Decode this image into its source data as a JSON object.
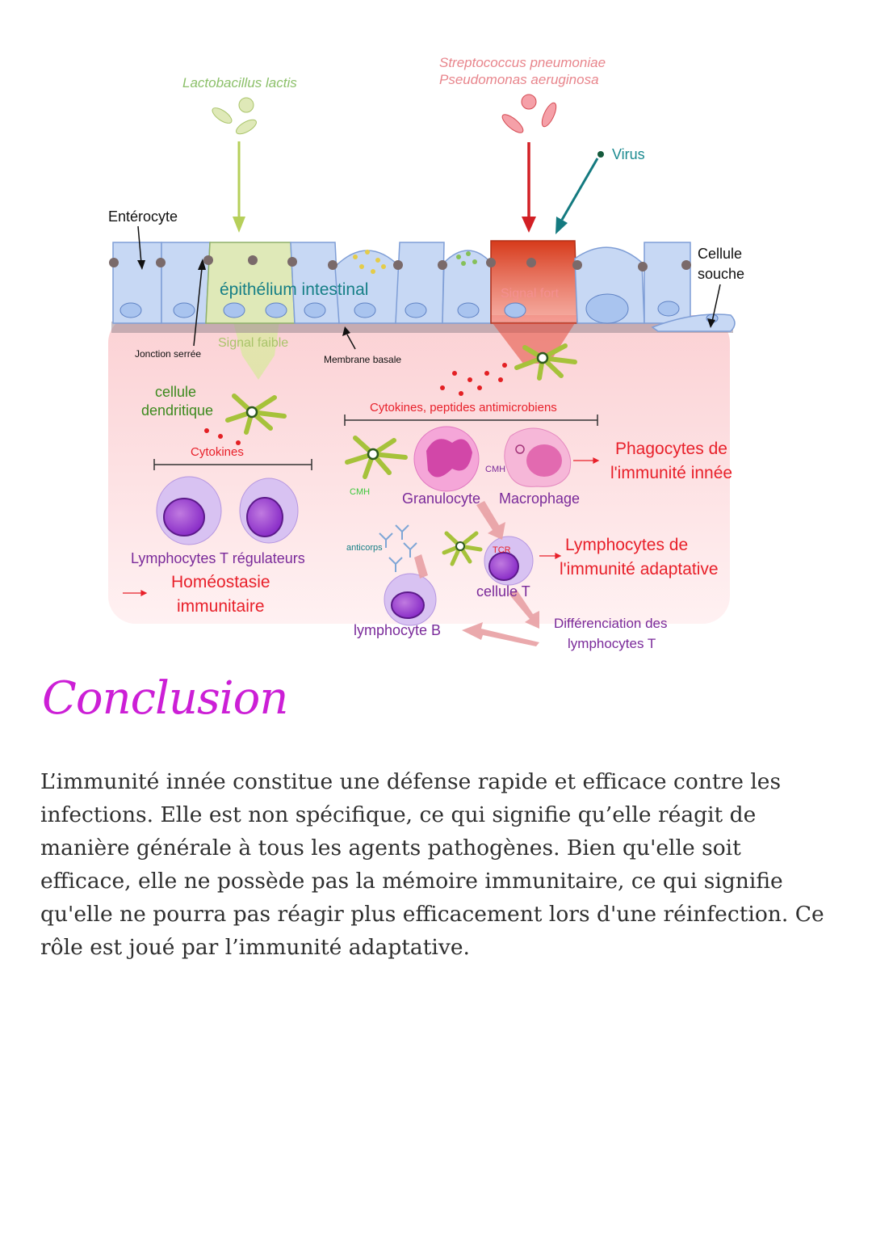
{
  "figure": {
    "lactobacillus": "Lactobacillus lactis",
    "streptococcus": "Streptococcus pneumoniae",
    "pseudomonas": "Pseudomonas aeruginosa",
    "virus": "Virus",
    "enterocyte": "Entérocyte",
    "cellule_souche_1": "Cellule",
    "cellule_souche_2": "souche",
    "epithelium": "épithélium intestinal",
    "signal_fort": "Signal fort",
    "signal_faible": "Signal faible",
    "jonction": "Jonction serrée",
    "membrane": "Membrane basale",
    "dendritique_1": "cellule",
    "dendritique_2": "dendritique",
    "cytokines_left": "Cytokines",
    "cytokines_peptides": "Cytokines, peptides antimicrobiens",
    "cmh_1": "CMH",
    "cmh_2": "CMH",
    "granulocyte": "Granulocyte",
    "macrophage": "Macrophage",
    "phagocytes_1": "Phagocytes de",
    "phagocytes_2": "l'immunité innée",
    "lymph_t_reg": "Lymphocytes T régulateurs",
    "homeostasie_1": "Homéostasie",
    "homeostasie_2": "immunitaire",
    "anticorps": "anticorps",
    "tcr": "TCR",
    "cellule_t": "cellule T",
    "lymph_b": "lymphocyte B",
    "lymph_adapt_1": "Lymphocytes de",
    "lymph_adapt_2": "l'immunité adaptative",
    "diff_1": "Différenciation des",
    "diff_2": "lymphocytes T"
  },
  "conclusion": {
    "title": "Conclusion",
    "text": "L’immunité innée constitue une défense rapide et efficace contre les infections. Elle est non spécifique, ce qui signifie qu’elle réagit de manière générale à tous les agents pathogènes. Bien qu'elle soit efficace, elle ne possède pas la mémoire immunitaire, ce qui signifie qu'elle ne pourra pas réagir plus efficacement lors d'une réinfection. Ce rôle est joué par l’immunité adaptative."
  },
  "colors": {
    "accent_title": "#cc1fd6",
    "red_label": "#e8202a",
    "green_label": "#3c8a1e",
    "purple_label": "#7a2a9a",
    "teal_label": "#167f86"
  }
}
